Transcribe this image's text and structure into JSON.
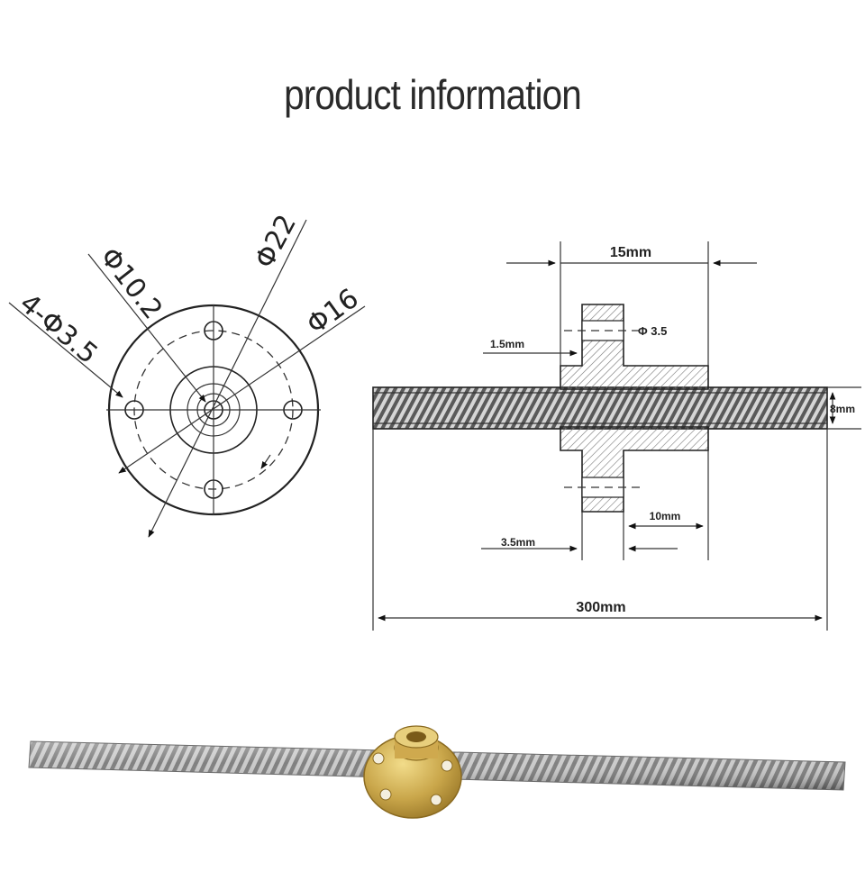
{
  "title": "product information",
  "front_view": {
    "labels": {
      "holes": "4-Φ3.5",
      "bore": "Φ10.2",
      "outer": "Φ22",
      "bolt_circle": "Φ16"
    }
  },
  "side_view": {
    "labels": {
      "flange_length": "15mm",
      "hole_diameter": "Φ 3.5",
      "flange_thickness": "1.5mm",
      "rod_diameter": "8mm",
      "collar_length": "10mm",
      "hole_offset": "3.5mm",
      "rod_length": "300mm"
    }
  },
  "colors": {
    "line": "#222222",
    "hatch": "#666666",
    "brass": "#c9a64a",
    "steel": "#9a9a9a"
  }
}
